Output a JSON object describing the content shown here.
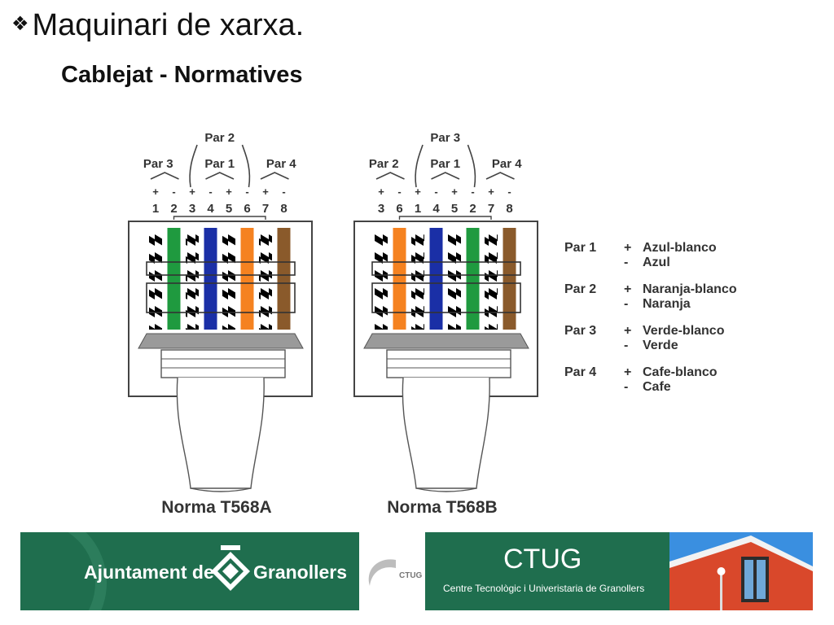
{
  "slide": {
    "title": "Maquinari de xarxa.",
    "subtitle": "Cablejat - Normatives"
  },
  "connectors": [
    {
      "name": "Norma T568A",
      "pins": [
        "1",
        "2",
        "3",
        "4",
        "5",
        "6",
        "7",
        "8"
      ],
      "pairs": {
        "top": "Par 2",
        "left": "Par 3",
        "middle": "Par 1",
        "right": "Par 4"
      },
      "wires": [
        {
          "color": "#1f9a3f",
          "striped": true
        },
        {
          "color": "#1f9a3f",
          "striped": false
        },
        {
          "color": "#f58220",
          "striped": true
        },
        {
          "color": "#1a2fa6",
          "striped": false
        },
        {
          "color": "#1a2fa6",
          "striped": true
        },
        {
          "color": "#f58220",
          "striped": false
        },
        {
          "color": "#8a5a2b",
          "striped": true
        },
        {
          "color": "#8a5a2b",
          "striped": false
        }
      ]
    },
    {
      "name": "Norma T568B",
      "pins": [
        "3",
        "6",
        "1",
        "4",
        "5",
        "2",
        "7",
        "8"
      ],
      "pairs": {
        "top": "Par 3",
        "left": "Par 2",
        "middle": "Par 1",
        "right": "Par 4"
      },
      "wires": [
        {
          "color": "#f58220",
          "striped": true
        },
        {
          "color": "#f58220",
          "striped": false
        },
        {
          "color": "#1f9a3f",
          "striped": true
        },
        {
          "color": "#1a2fa6",
          "striped": false
        },
        {
          "color": "#1a2fa6",
          "striped": true
        },
        {
          "color": "#1f9a3f",
          "striped": false
        },
        {
          "color": "#8a5a2b",
          "striped": true
        },
        {
          "color": "#8a5a2b",
          "striped": false
        }
      ]
    }
  ],
  "legend": [
    {
      "pair": "Par 1",
      "plus": "Azul-blanco",
      "minus": "Azul"
    },
    {
      "pair": "Par 2",
      "plus": "Naranja-blanco",
      "minus": "Naranja"
    },
    {
      "pair": "Par 3",
      "plus": "Verde-blanco",
      "minus": "Verde"
    },
    {
      "pair": "Par 4",
      "plus": "Cafe-blanco",
      "minus": "Cafe"
    }
  ],
  "symbols": {
    "plus": "+",
    "minus": "-",
    "bullet": "❖"
  },
  "footer": {
    "left_text_a": "Ajuntament de",
    "left_text_b": "Granollers",
    "mini_logo": "CTUG",
    "right_title": "CTUG",
    "right_subtitle": "Centre Tecnològic i Univeristaria de Granollers"
  },
  "colors": {
    "banner_green": "#1f6e4e",
    "building_red": "#d9482b",
    "sky": "#3a8fe0"
  }
}
